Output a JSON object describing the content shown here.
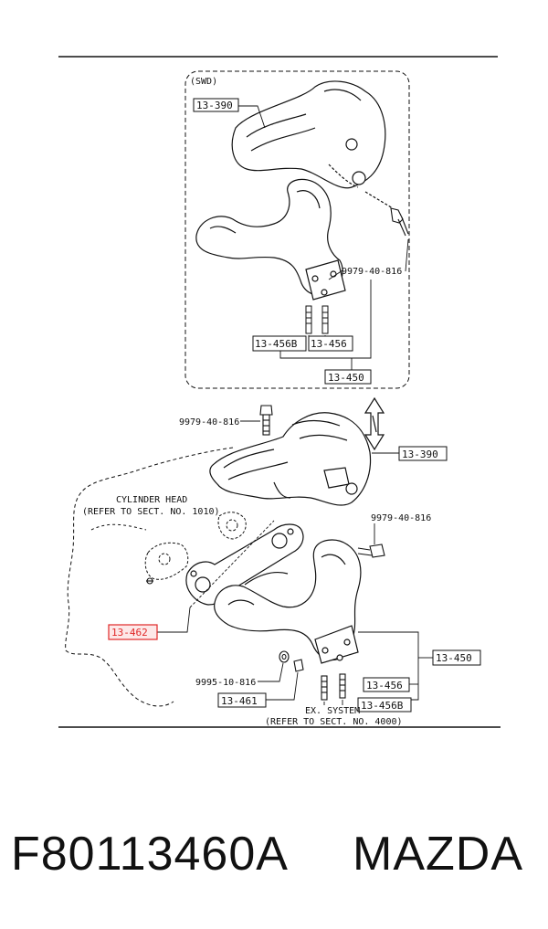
{
  "diagram": {
    "inset_tag": "(SWD)",
    "labels": {
      "top_13_390": "13-390",
      "top_9979_40_816": "9979-40-816",
      "top_13_456b": "13-456B",
      "top_13_456": "13-456",
      "top_13_450": "13-450",
      "main_9979_40_816_a": "9979-40-816",
      "main_13_390": "13-390",
      "cylinder_head_1": "CYLINDER HEAD",
      "cylinder_head_2": "(REFER TO SECT. NO. 1010)",
      "main_9979_40_816_b": "9979-40-816",
      "main_13_462": "13-462",
      "main_13_450": "13-450",
      "main_9995_10_816": "9995-10-816",
      "main_13_456": "13-456",
      "main_13_461": "13-461",
      "main_13_456b": "13-456B",
      "ex_system_1": "EX. SYSTEM",
      "ex_system_2": "(REFER TO SECT. NO. 4000)"
    },
    "highlight_color": "#e02828"
  },
  "caption": {
    "part_number": "F80113460A",
    "brand": "MAZDA"
  }
}
